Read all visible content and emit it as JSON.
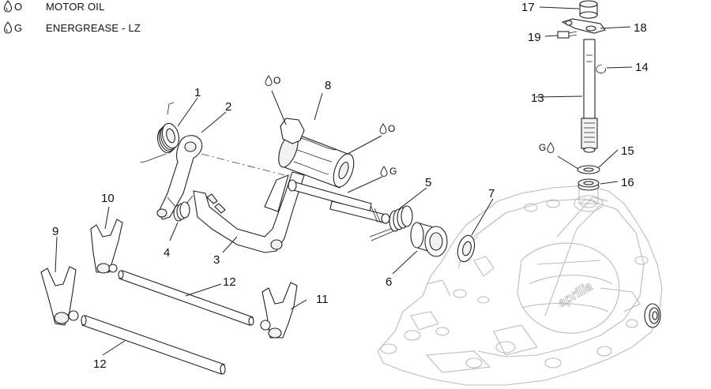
{
  "legend": [
    {
      "code": "O",
      "text": "MOTOR OIL",
      "icon": "oil-drop-icon"
    },
    {
      "code": "G",
      "text": "ENERGREASE - LZ",
      "icon": "grease-drop-icon"
    }
  ],
  "callouts": {
    "p1": "1",
    "p2": "2",
    "p3": "3",
    "p4": "4",
    "p5": "5",
    "p6": "6",
    "p7": "7",
    "p8": "8",
    "p9": "9",
    "p10": "10",
    "p11": "11",
    "p12a": "12",
    "p12b": "12",
    "p13": "13",
    "p14": "14",
    "p15": "15",
    "p16": "16",
    "p17": "17",
    "p18": "18",
    "p19": "19"
  },
  "lubrication_marks": {
    "drum_top": "O",
    "drum_side": "O",
    "shaft_grease": "G",
    "seal_grease": "G"
  },
  "cover_brand": "aprilia"
}
